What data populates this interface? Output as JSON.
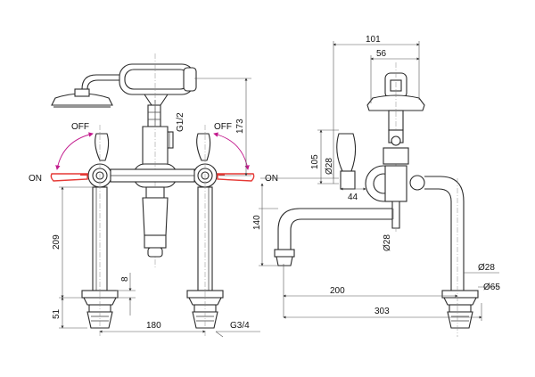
{
  "labels": {
    "off_left": "OFF",
    "off_right": "OFF",
    "on_left": "ON",
    "on_right": "ON",
    "thread_top": "G1/2",
    "thread_bottom": "G3/4"
  },
  "dimensions": {
    "d101": "101",
    "d56": "56",
    "d173": "173",
    "d105": "105",
    "d28_a": "Ø28",
    "d44": "44",
    "d140": "140",
    "d28_b": "Ø28",
    "d209": "209",
    "d8": "8",
    "d51": "51",
    "d180": "180",
    "d200": "200",
    "d303": "303",
    "d28_c": "Ø28",
    "d65": "Ø65"
  },
  "colors": {
    "lever_tip": "#e53935",
    "arc": "#c2188c",
    "line": "#2a2a2a"
  }
}
